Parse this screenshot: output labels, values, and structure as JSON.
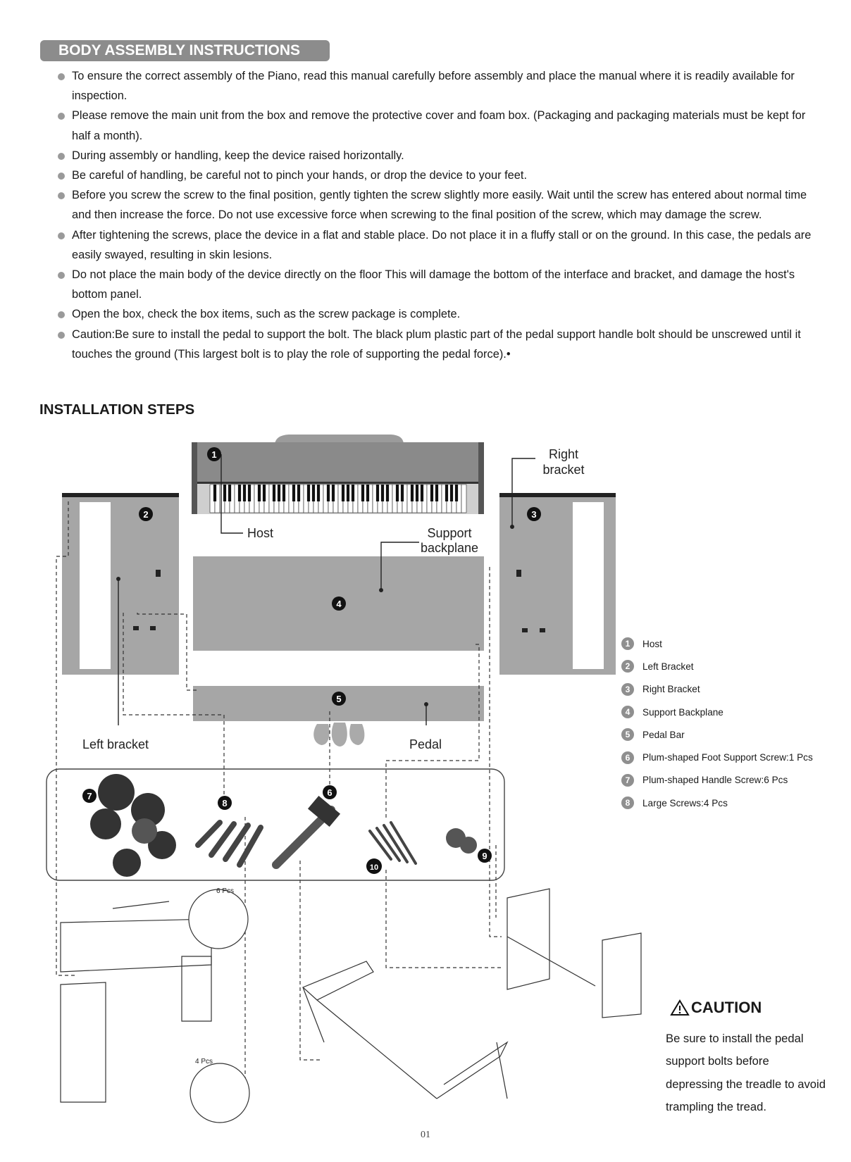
{
  "header": {
    "title": "BODY ASSEMBLY INSTRUCTIONS"
  },
  "notes": [
    "To ensure the correct assembly of the Piano, read this manual carefully before assembly and place the manual where it is readily available for inspection.",
    "Please remove the main unit from the box and remove the protective cover and foam box. (Packaging and packaging materials must be kept for half a month).",
    "During assembly or handling, keep the device raised horizontally.",
    "Be careful of handling, be careful not to pinch your hands, or drop the device to your feet.",
    "Before you screw the screw to the final position, gently tighten the screw slightly more easily. Wait until the screw has entered about normal time and then increase the force. Do not use excessive force when screwing to the final position of the screw, which may damage the screw.",
    "After tightening the screws, place the device in a flat and stable place. Do not place it in a fluffy stall or on the ground. In this case, the pedals are easily swayed, resulting in skin lesions.",
    "Do not place the main body of the device directly on the floor This will damage the bottom of the interface and bracket, and damage the host's bottom panel.",
    "Open the box, check the box items, such as the screw package is complete.",
    "Caution:Be sure to install the pedal to support the bolt. The black plum plastic part of the pedal support handle bolt should be unscrewed until it touches the ground (This largest bolt is to play the role of supporting the pedal force).•"
  ],
  "steps_title": "INSTALLATION STEPS",
  "diagram": {
    "label_host": "Host",
    "label_right_bracket_1": "Right",
    "label_right_bracket_2": "bracket",
    "label_support_1": "Support",
    "label_support_2": "backplane",
    "label_left_bracket": "Left bracket",
    "label_pedal": "Pedal",
    "label_6pcs": "6 Pcs",
    "label_4pcs": "4 Pcs",
    "markers": [
      "1",
      "2",
      "3",
      "4",
      "5",
      "6",
      "7",
      "8",
      "9",
      "10"
    ]
  },
  "legend": [
    {
      "num": "1",
      "text": "Host"
    },
    {
      "num": "2",
      "text": "Left Bracket"
    },
    {
      "num": "3",
      "text": "Right Bracket"
    },
    {
      "num": "4",
      "text": "Support Backplane"
    },
    {
      "num": "5",
      "text": "Pedal Bar"
    },
    {
      "num": "6",
      "text": "Plum-shaped Foot Support Screw:1 Pcs"
    },
    {
      "num": "7",
      "text": "Plum-shaped Handle Screw:6 Pcs"
    },
    {
      "num": "8",
      "text": "Large Screws:4 Pcs"
    }
  ],
  "caution": {
    "title": "CAUTION",
    "text": "Be sure to install the pedal support bolts before depressing the treadle to avoid trampling the tread."
  },
  "page_number": "01"
}
